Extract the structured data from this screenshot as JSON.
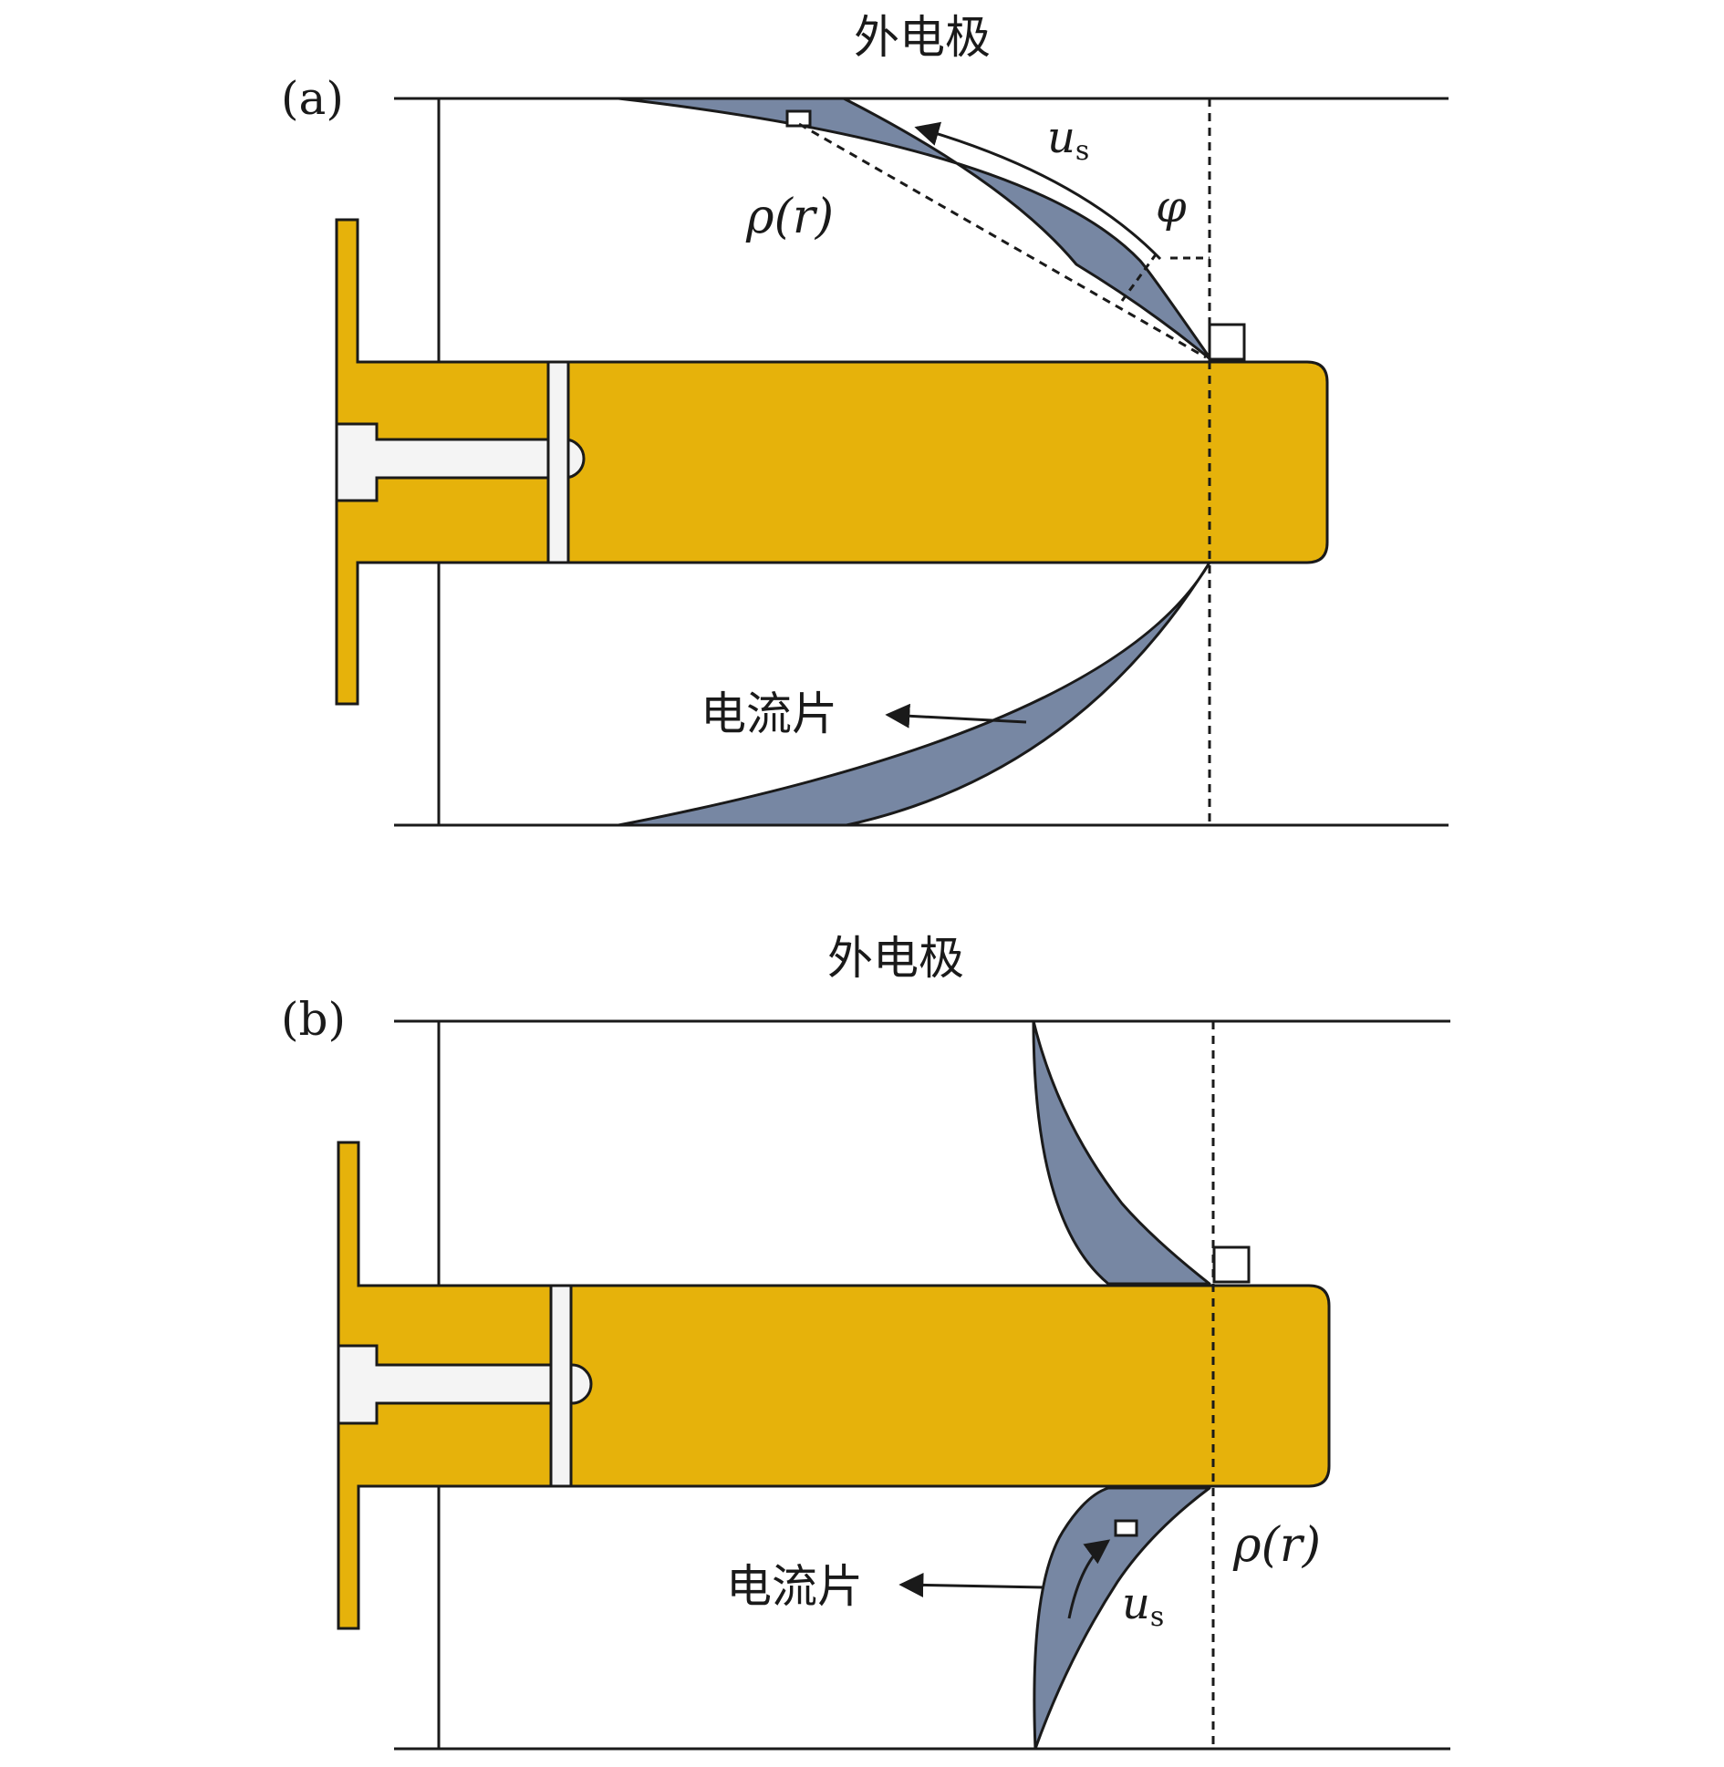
{
  "colors": {
    "background": "#ffffff",
    "line": "#1a1a1a",
    "rod": "#e6b20b",
    "insulator": "#f4f4f4",
    "sheet": "#7787a3"
  },
  "panel_a": {
    "label": "(a)",
    "electrode_title": "外电极",
    "sheet_label": "电流片",
    "velocity_symbol": "u",
    "velocity_subscript": "s",
    "density_label": "ρ(r)",
    "angle_label": "φ"
  },
  "panel_b": {
    "label": "(b)",
    "electrode_title": "外电极",
    "sheet_label": "电流片",
    "velocity_symbol": "u",
    "velocity_subscript": "s",
    "density_label": "ρ(r)"
  }
}
